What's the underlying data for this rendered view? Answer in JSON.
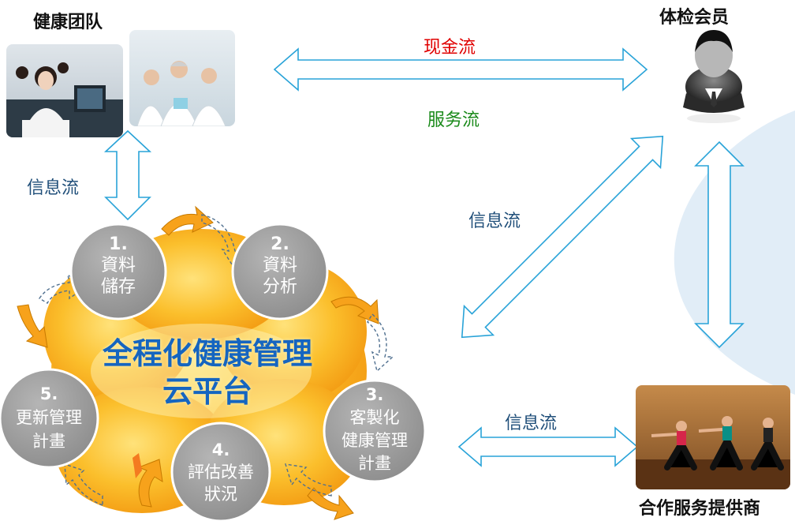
{
  "labels": {
    "health_team": "健康团队",
    "member": "体检会员",
    "partner": "合作服务提供商",
    "cash_flow": "现金流",
    "service_flow": "服务流",
    "info_flow_left": "信息流",
    "info_flow_mid": "信息流",
    "info_flow_bottom": "信息流"
  },
  "platform": {
    "line1": "全程化健康管理",
    "line2": "云平台"
  },
  "steps": [
    {
      "num": "1.",
      "line1": "資料",
      "line2": "儲存",
      "line3": ""
    },
    {
      "num": "2.",
      "line1": "資料",
      "line2": "分析",
      "line3": ""
    },
    {
      "num": "3.",
      "line1": "客製化",
      "line2": "健康管理",
      "line3": "計畫"
    },
    {
      "num": "4.",
      "line1": "評估改善",
      "line2": "狀況",
      "line3": ""
    },
    {
      "num": "5.",
      "line1": "更新管理",
      "line2": "計畫",
      "line3": ""
    }
  ],
  "colors": {
    "cash_flow": "#e00000",
    "service_flow": "#1a8a1a",
    "info_flow": "#1f4e79",
    "platform_text": "#1565c0",
    "cloud": "#f7a21b",
    "step_circle": "#9e9e9e",
    "arrow_outline": "#29a3d8"
  }
}
